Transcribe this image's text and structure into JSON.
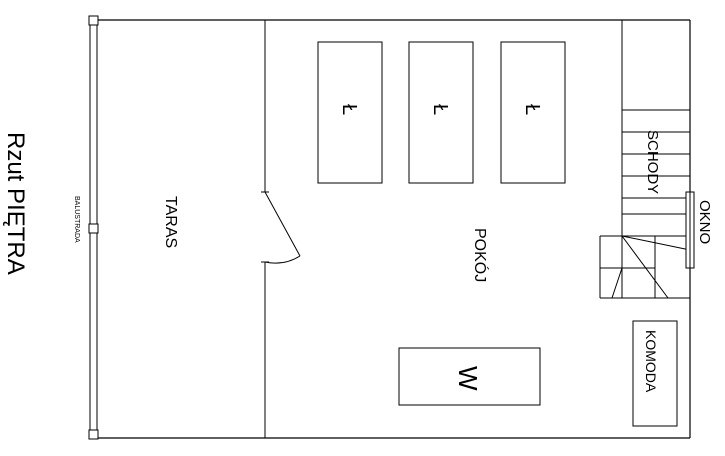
{
  "title": "Rzut PIĘTRA",
  "rooms": {
    "terrace": "TARAS",
    "room": "POKÓJ"
  },
  "labels": {
    "balustrade": "BALUSTRADA",
    "stairs": "SCHODY",
    "window": "OKNO",
    "dresser": "KOMODA",
    "bed": "Ł",
    "wardrobe": "W"
  },
  "furniture": {
    "beds": [
      {
        "label": "Ł"
      },
      {
        "label": "Ł"
      },
      {
        "label": "Ł"
      }
    ]
  }
}
